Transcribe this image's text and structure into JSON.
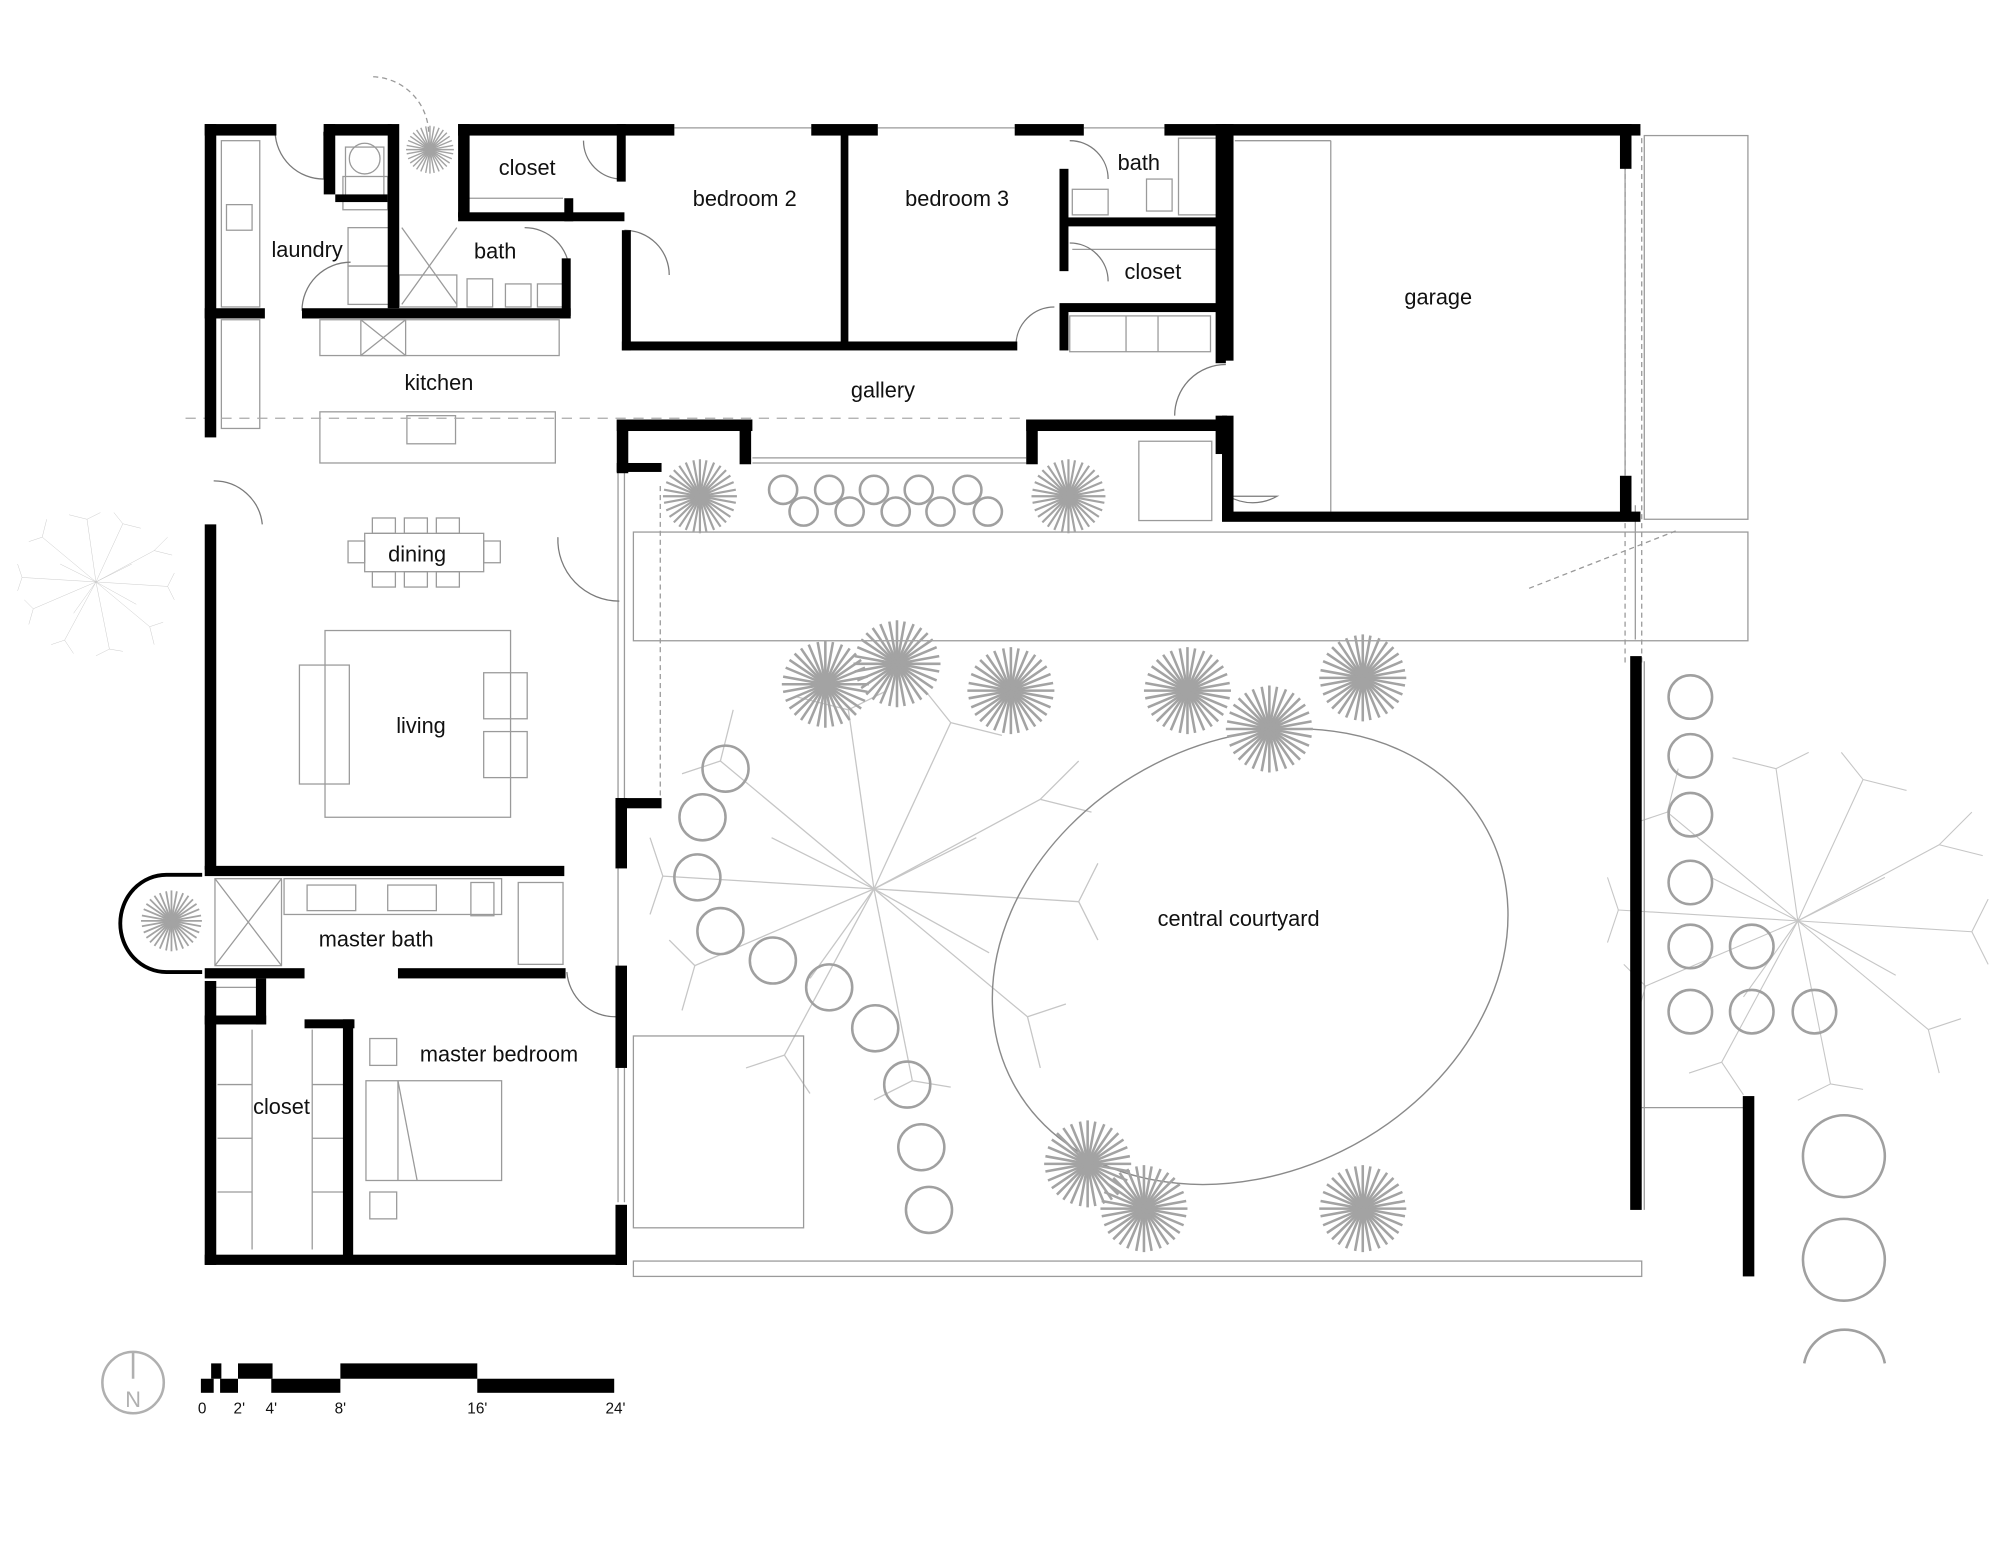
{
  "plan": {
    "rooms": {
      "laundry": "laundry",
      "closet_top": "closet",
      "bath_top_left": "bath",
      "bedroom2": "bedroom 2",
      "bedroom3": "bedroom 3",
      "bath_top_right": "bath",
      "closet_right": "closet",
      "garage": "garage",
      "kitchen": "kitchen",
      "gallery": "gallery",
      "dining": "dining",
      "living": "living",
      "master_bath": "master bath",
      "master_bedroom": "master bedroom",
      "closet_master": "closet",
      "central_courtyard": "central courtyard"
    },
    "scale_bar": {
      "ticks": [
        "0",
        "2'",
        "4'",
        "8'",
        "16'",
        "24'"
      ]
    },
    "north_arrow": {
      "label": "N"
    },
    "colors": {
      "wall": "#000000",
      "linework": "#9a9a9a",
      "landscape": "#a3a3a3",
      "background": "#ffffff"
    }
  }
}
